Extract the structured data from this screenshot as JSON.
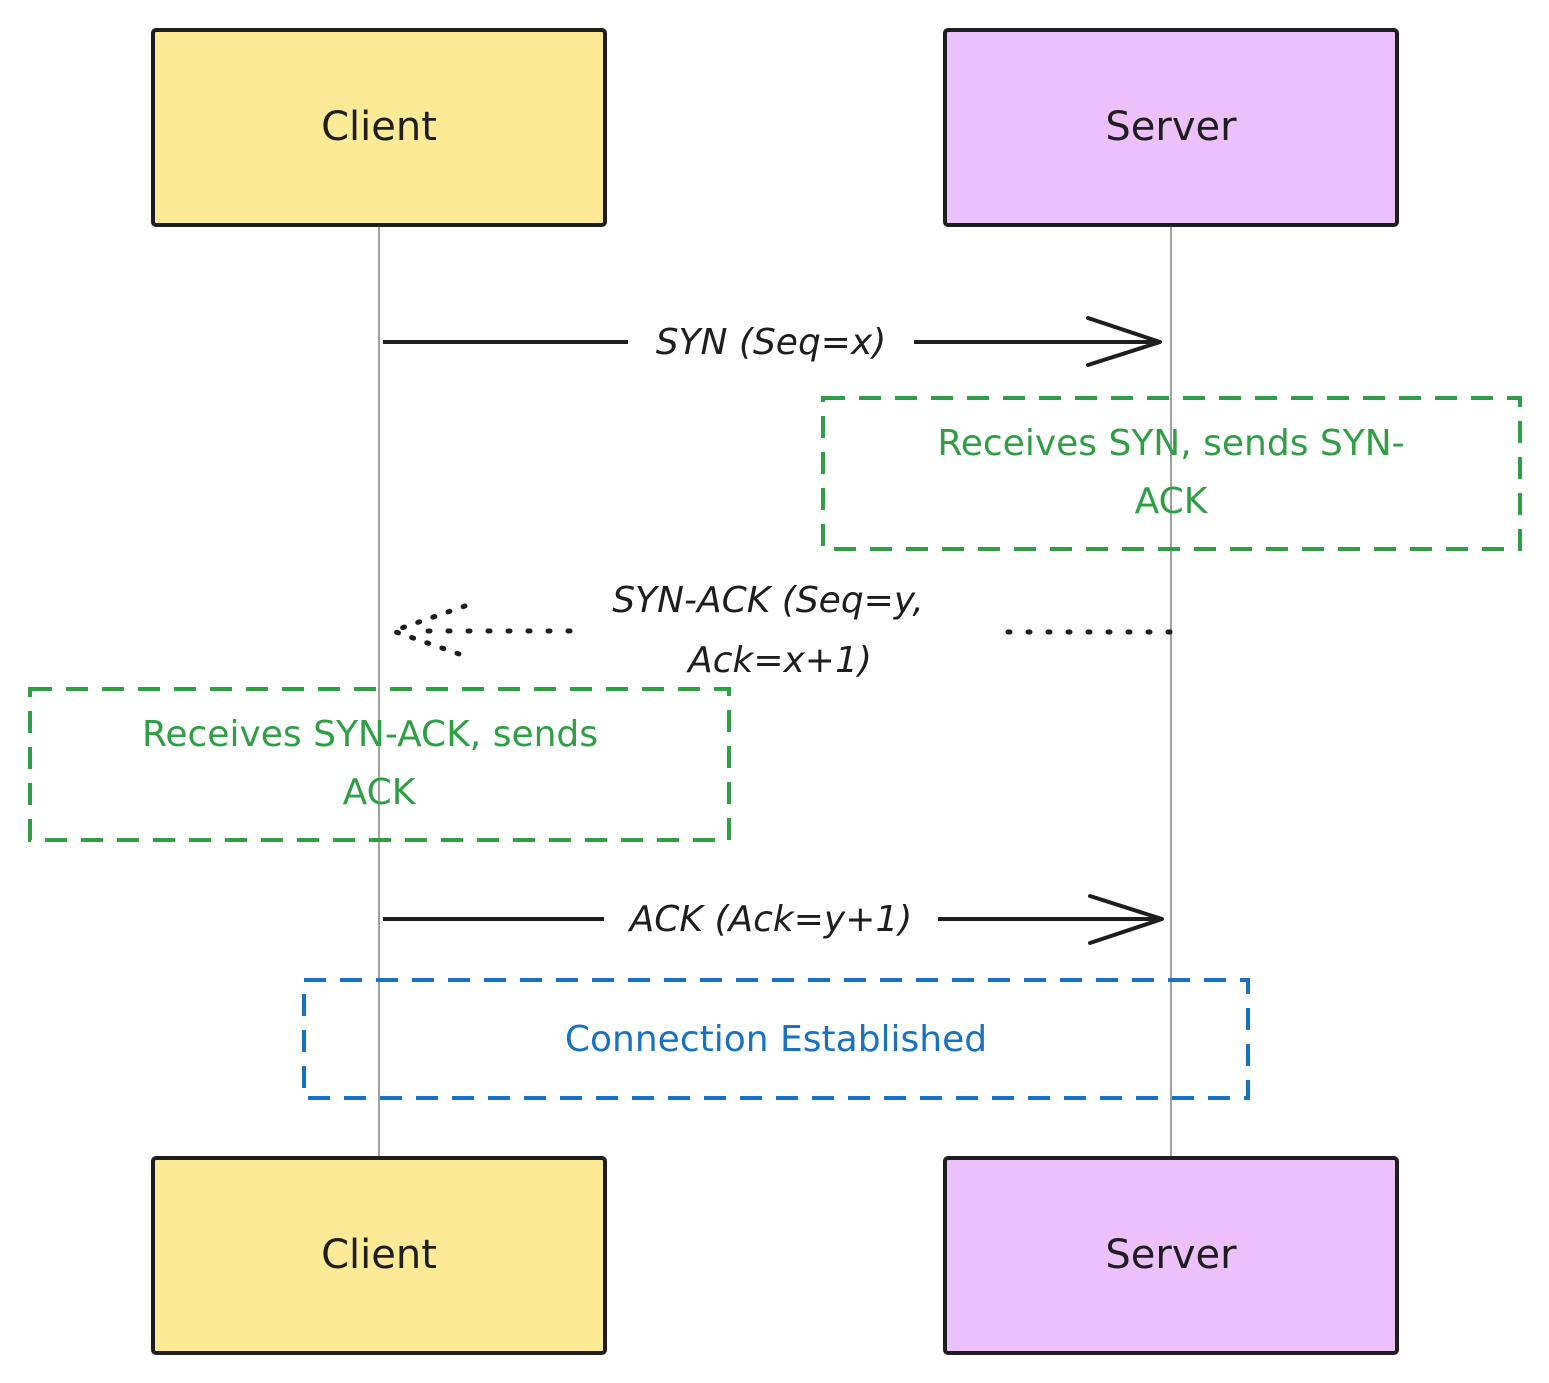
{
  "participants": {
    "client": {
      "label": "Client",
      "fill": "#fdea96"
    },
    "server": {
      "label": "Server",
      "fill": "#ebc0fb"
    }
  },
  "messages": [
    {
      "label": "SYN (Seq=x)",
      "style": "solid",
      "from": "client",
      "to": "server"
    },
    {
      "label_line1": "SYN-ACK (Seq=y,",
      "label_line2": "Ack=x+1)",
      "style": "dotted",
      "from": "server",
      "to": "client"
    },
    {
      "label": "ACK (Ack=y+1)",
      "style": "solid",
      "from": "client",
      "to": "server"
    }
  ],
  "notes": [
    {
      "line1": "Receives SYN, sends SYN-",
      "line2": "ACK",
      "color": "#2f9e44"
    },
    {
      "line1": "Receives SYN-ACK, sends",
      "line2": "ACK",
      "color": "#2f9e44"
    },
    {
      "line1": "Connection Established",
      "color": "#1971c2"
    }
  ],
  "colors": {
    "stroke": "#1e1e1e",
    "lifeline": "#a0a0a0"
  }
}
